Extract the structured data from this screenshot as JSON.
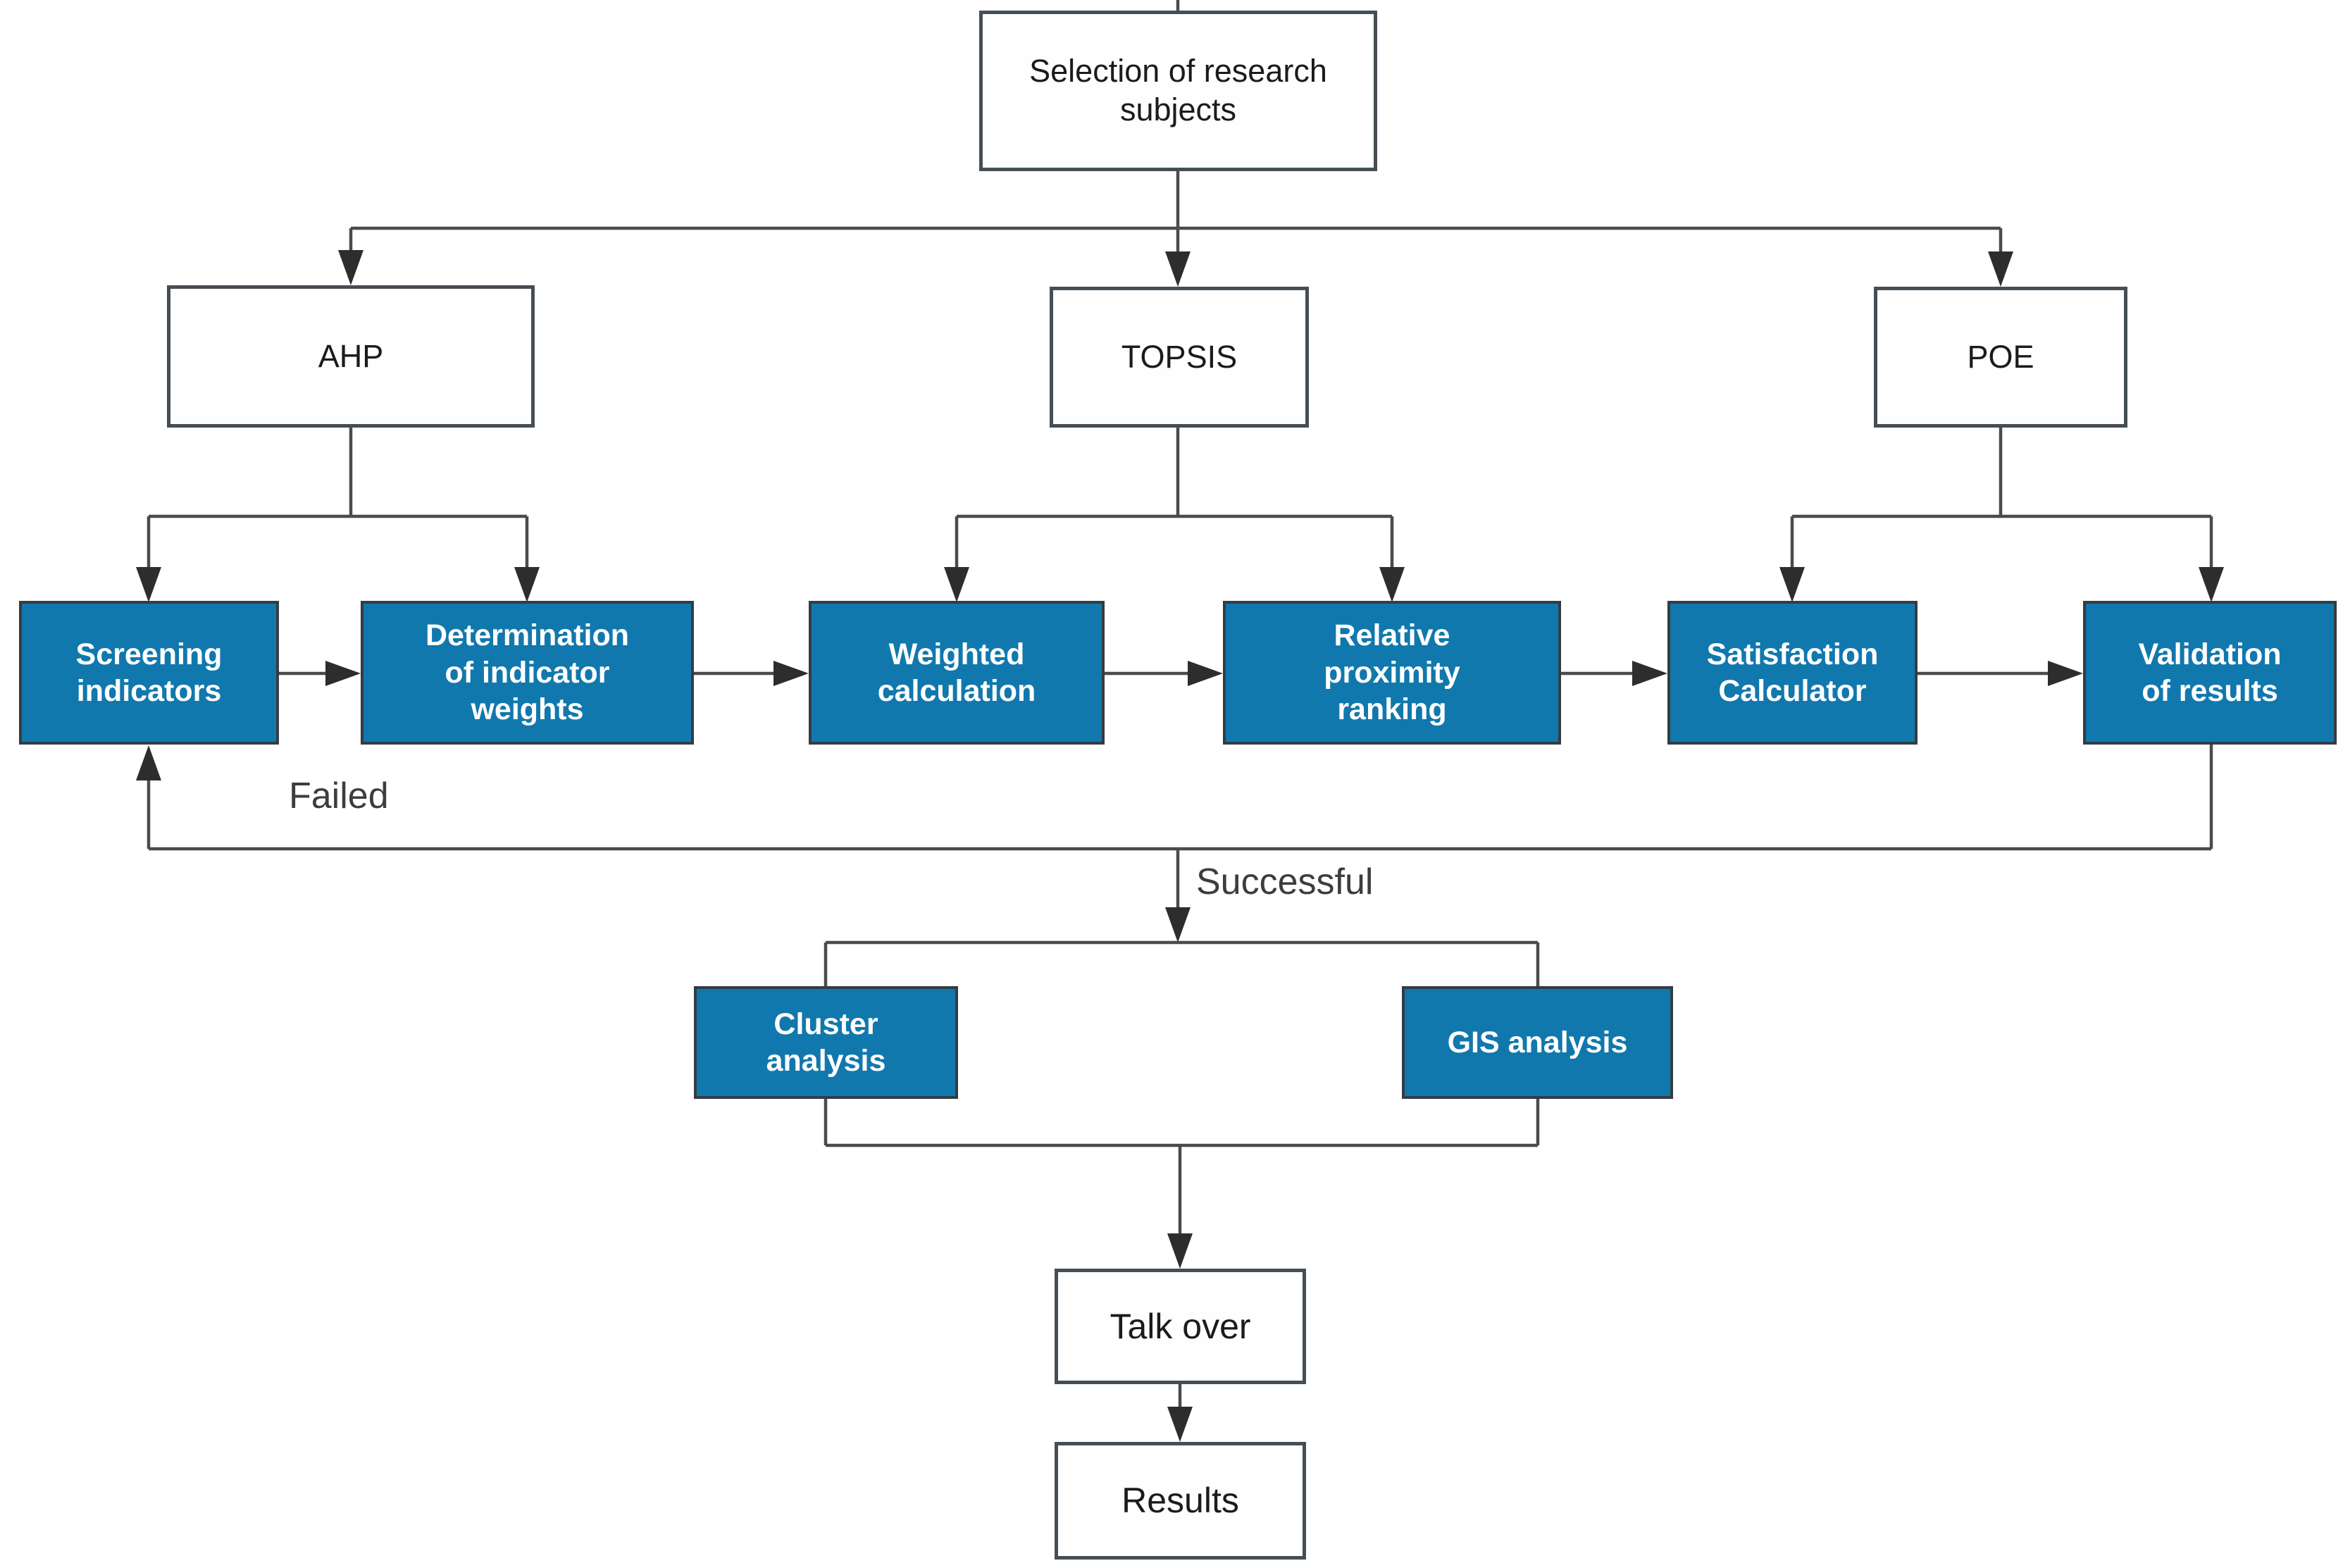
{
  "diagram": {
    "type": "flowchart",
    "background": "#ffffff",
    "colors": {
      "process_box_fill": "#1178ad",
      "process_box_text": "#ffffff",
      "plain_box_fill": "#fefefe",
      "plain_box_text": "#1b1b1b",
      "box_border": "#454e55",
      "connector": "#4b4b4b",
      "arrowhead": "#2d2d2d",
      "edge_label_text": "#3d3d3d"
    },
    "nodes": {
      "selection": {
        "label": "Selection of research\nsubjects",
        "kind": "plain"
      },
      "ahp": {
        "label": "AHP",
        "kind": "plain"
      },
      "topsis": {
        "label": "TOPSIS",
        "kind": "plain"
      },
      "poe": {
        "label": "POE",
        "kind": "plain"
      },
      "screening": {
        "label": "Screening\nindicators",
        "kind": "process"
      },
      "determination": {
        "label": "Determination\nof indicator\nweights",
        "kind": "process"
      },
      "weighted": {
        "label": "Weighted\ncalculation",
        "kind": "process"
      },
      "relative": {
        "label": "Relative\nproximity\nranking",
        "kind": "process"
      },
      "satisfaction": {
        "label": "Satisfaction\nCalculator",
        "kind": "process"
      },
      "validation": {
        "label": "Validation\nof results",
        "kind": "process"
      },
      "cluster": {
        "label": "Cluster\nanalysis",
        "kind": "process"
      },
      "gis": {
        "label": "GIS analysis",
        "kind": "process"
      },
      "talkover": {
        "label": "Talk over",
        "kind": "plain"
      },
      "results": {
        "label": "Results",
        "kind": "plain"
      }
    },
    "edge_labels": {
      "failed": "Failed",
      "successful": "Successful"
    },
    "edges": [
      {
        "from": "selection",
        "to": "ahp"
      },
      {
        "from": "selection",
        "to": "topsis"
      },
      {
        "from": "selection",
        "to": "poe"
      },
      {
        "from": "ahp",
        "to": "screening"
      },
      {
        "from": "ahp",
        "to": "determination"
      },
      {
        "from": "topsis",
        "to": "weighted"
      },
      {
        "from": "topsis",
        "to": "relative"
      },
      {
        "from": "poe",
        "to": "satisfaction"
      },
      {
        "from": "poe",
        "to": "validation"
      },
      {
        "from": "screening",
        "to": "determination"
      },
      {
        "from": "determination",
        "to": "weighted"
      },
      {
        "from": "weighted",
        "to": "relative"
      },
      {
        "from": "relative",
        "to": "satisfaction"
      },
      {
        "from": "satisfaction",
        "to": "validation"
      },
      {
        "from": "validation",
        "to": "screening",
        "label": "Failed"
      },
      {
        "from": "validation",
        "to": "cluster",
        "label": "Successful"
      },
      {
        "from": "validation",
        "to": "gis",
        "label": "Successful"
      },
      {
        "from": "cluster",
        "to": "talkover"
      },
      {
        "from": "gis",
        "to": "talkover"
      },
      {
        "from": "talkover",
        "to": "results"
      }
    ]
  }
}
